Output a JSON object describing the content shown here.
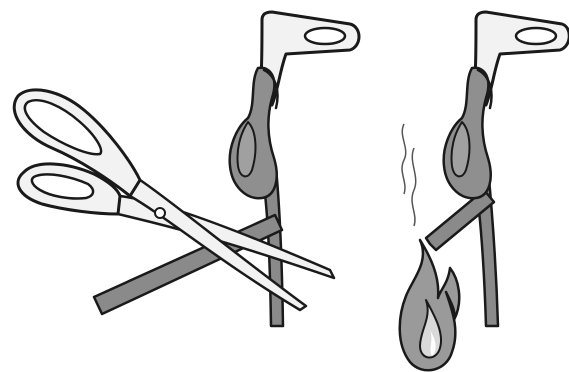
{
  "figure": {
    "panels": [
      {
        "id": "cut",
        "items": [
          "strap-hook",
          "strap-knot",
          "scissors",
          "webbing-strap"
        ]
      },
      {
        "id": "seal",
        "items": [
          "strap-hook",
          "strap-knot",
          "cut-strap-end",
          "heat-shimmer",
          "flame"
        ]
      }
    ]
  },
  "colors": {
    "outline": "#1a1a1a",
    "metal_light": "#f2f2f2",
    "strap": "#8a8a8a",
    "strap_dark": "#6f6f6f",
    "flame": "#9a9a9a",
    "flame_inner": "#d9d9d9"
  }
}
